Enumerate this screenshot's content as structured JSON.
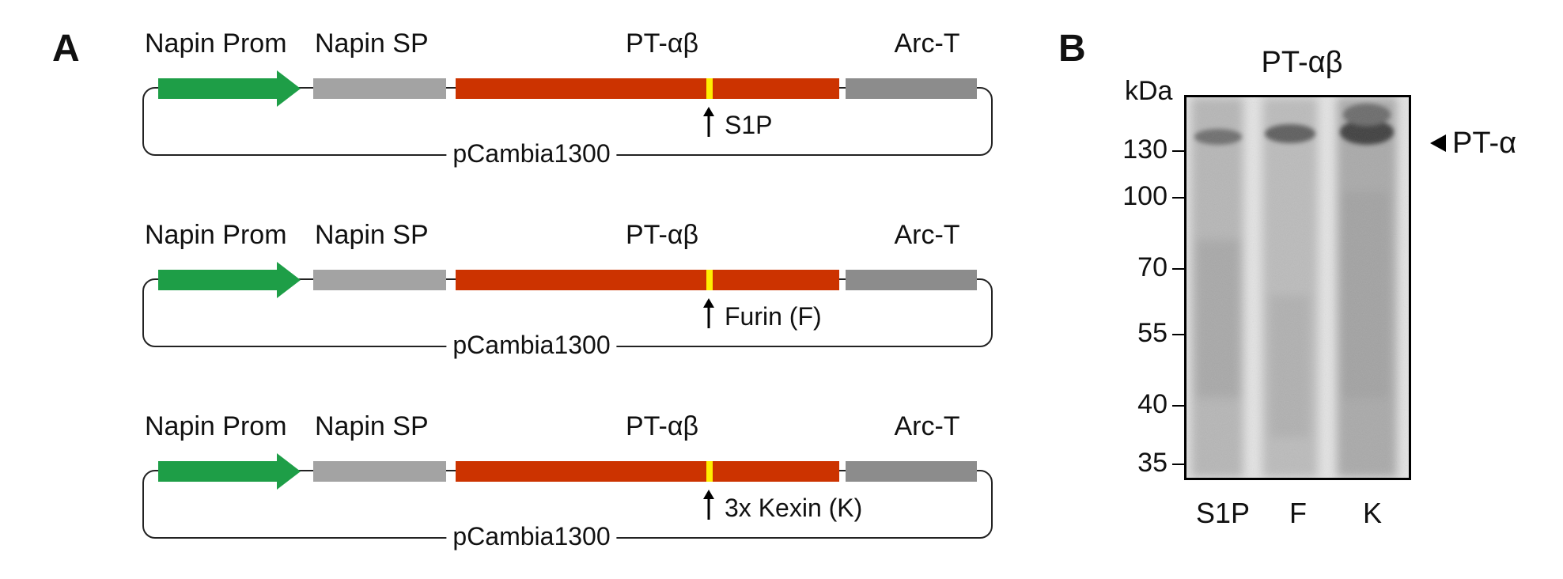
{
  "panel_a": {
    "letter": "A",
    "constructs": [
      {
        "labels": {
          "prom": "Napin Prom",
          "sp": "Napin SP",
          "gene": "PT-αβ",
          "term": "Arc-T"
        },
        "site": "S1P",
        "vector": "pCambia1300"
      },
      {
        "labels": {
          "prom": "Napin Prom",
          "sp": "Napin SP",
          "gene": "PT-αβ",
          "term": "Arc-T"
        },
        "site": "Furin (F)",
        "vector": "pCambia1300"
      },
      {
        "labels": {
          "prom": "Napin Prom",
          "sp": "Napin SP",
          "gene": "PT-αβ",
          "term": "Arc-T"
        },
        "site": "3x Kexin (K)",
        "vector": "pCambia1300"
      }
    ],
    "colors": {
      "promoter": "#1e9e47",
      "signal_peptide": "#a3a3a3",
      "gene": "#cc3300",
      "cleavage_site": "#ffee00",
      "terminator": "#8c8c8c"
    }
  },
  "panel_b": {
    "letter": "B",
    "title": "PT-αβ",
    "unit": "kDa",
    "markers": [
      "130",
      "100",
      "70",
      "55",
      "40",
      "35"
    ],
    "band_label": "PT-α",
    "lanes": [
      "S1P",
      "F",
      "K"
    ]
  }
}
